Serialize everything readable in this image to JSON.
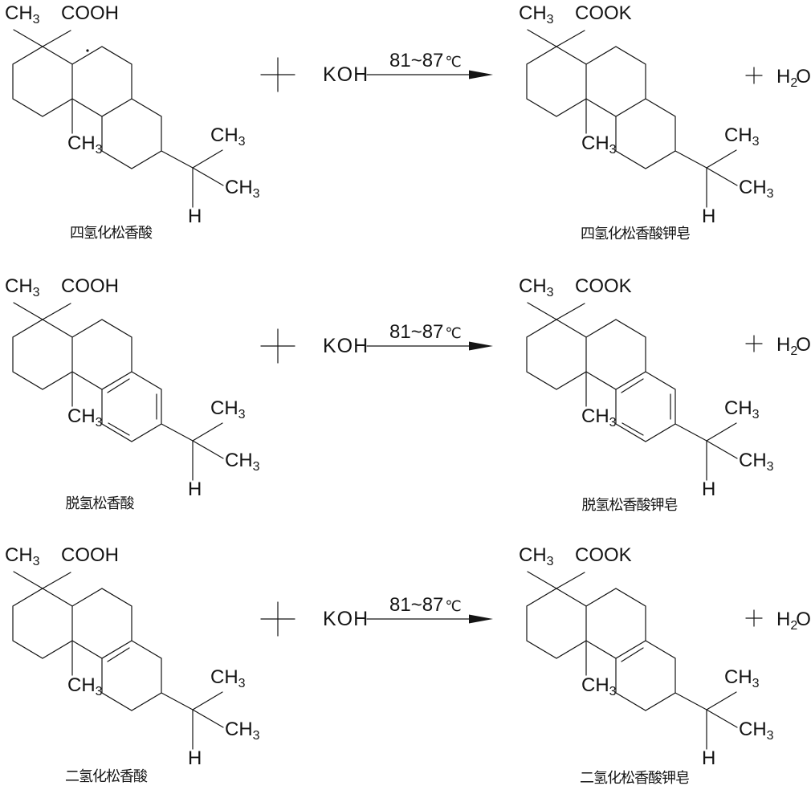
{
  "shared": {
    "methyl_base": "CH",
    "methyl_sub": "3",
    "hydrogen_label": "H",
    "plus_sign": "+",
    "reagent": "KOH",
    "temperature": "81~87",
    "temperature_unit": "℃",
    "water": {
      "h": "H",
      "sub": "2",
      "o": "O"
    }
  },
  "rows": [
    {
      "reactant": {
        "name": "四氢化松香酸",
        "acid_group": "COOH"
      },
      "product": {
        "name": "四氢化松香酸钾皂",
        "acid_group": "COOK"
      }
    },
    {
      "reactant": {
        "name": "脱氢松香酸",
        "acid_group": "COOH"
      },
      "product": {
        "name": "脱氢松香酸钾皂",
        "acid_group": "COOK"
      }
    },
    {
      "reactant": {
        "name": "二氢化松香酸",
        "acid_group": "COOH"
      },
      "product": {
        "name": "二氢化松香酸钾皂",
        "acid_group": "COOK"
      }
    }
  ]
}
